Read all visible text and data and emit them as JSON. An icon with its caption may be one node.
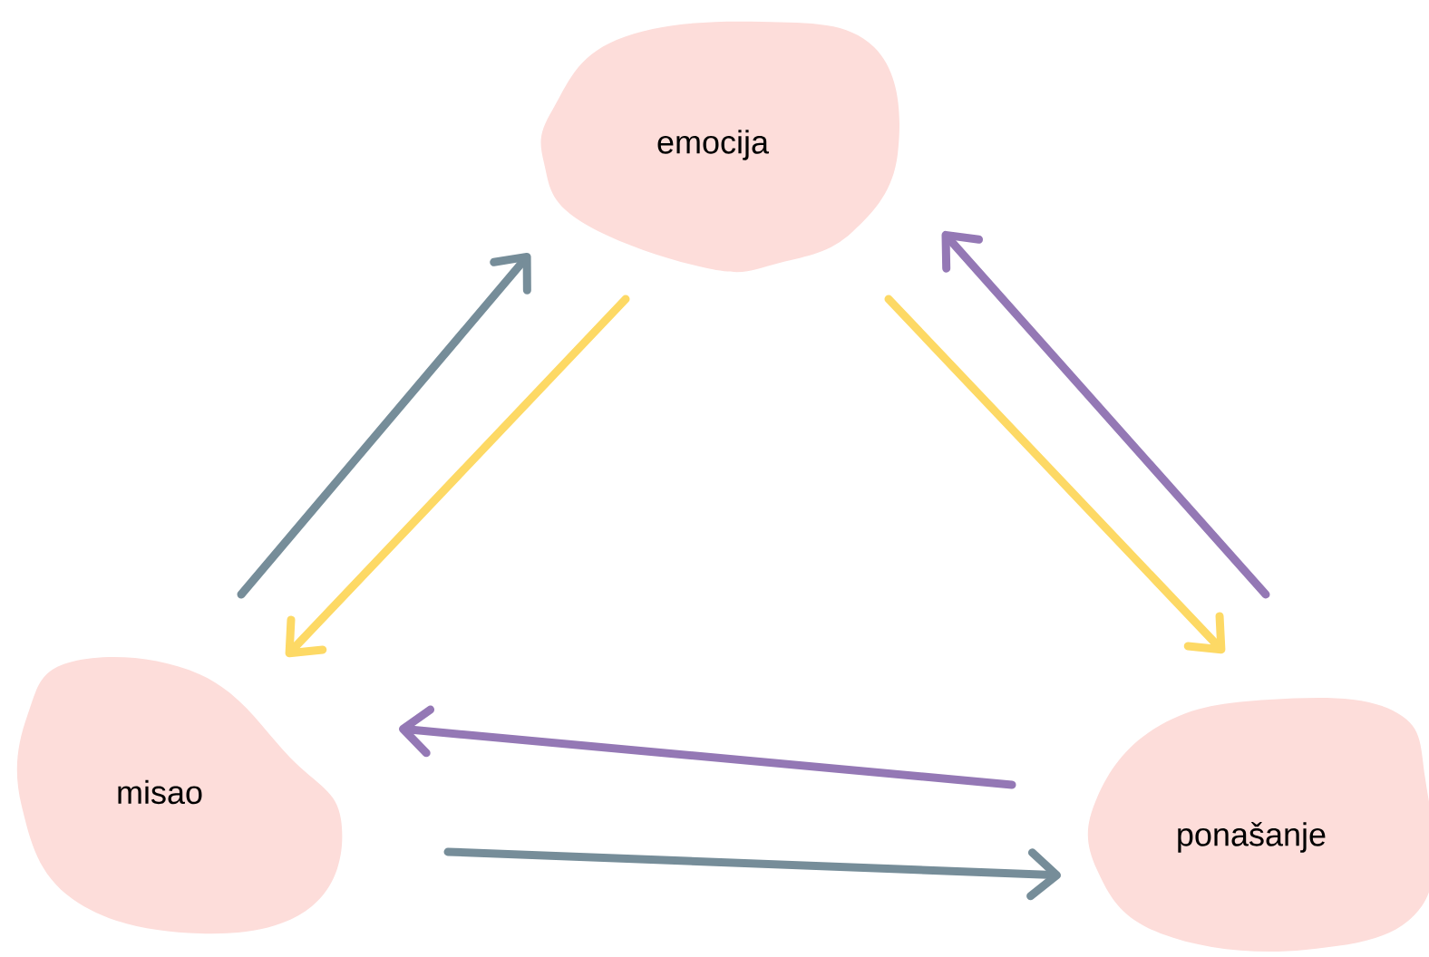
{
  "diagram": {
    "nodes": [
      {
        "text": [
          "emocija"
        ]
      },
      {
        "text": [
          "misao"
        ]
      },
      {
        "text": [
          "ponašanje"
        ]
      }
    ],
    "edges": [
      {
        "from": 1,
        "to": 0,
        "arrow": "to",
        "color": "#768d99"
      },
      {
        "from": 0,
        "to": 1,
        "arrow": "to",
        "color": "#fdd965"
      },
      {
        "from": 0,
        "to": 2,
        "arrow": "to",
        "color": "#fdd965"
      },
      {
        "from": 2,
        "to": 0,
        "arrow": "to",
        "color": "#9478b5"
      },
      {
        "from": 2,
        "to": 1,
        "arrow": "to",
        "color": "#9478b5"
      },
      {
        "from": 1,
        "to": 2,
        "arrow": "to",
        "color": "#768d99"
      }
    ]
  }
}
